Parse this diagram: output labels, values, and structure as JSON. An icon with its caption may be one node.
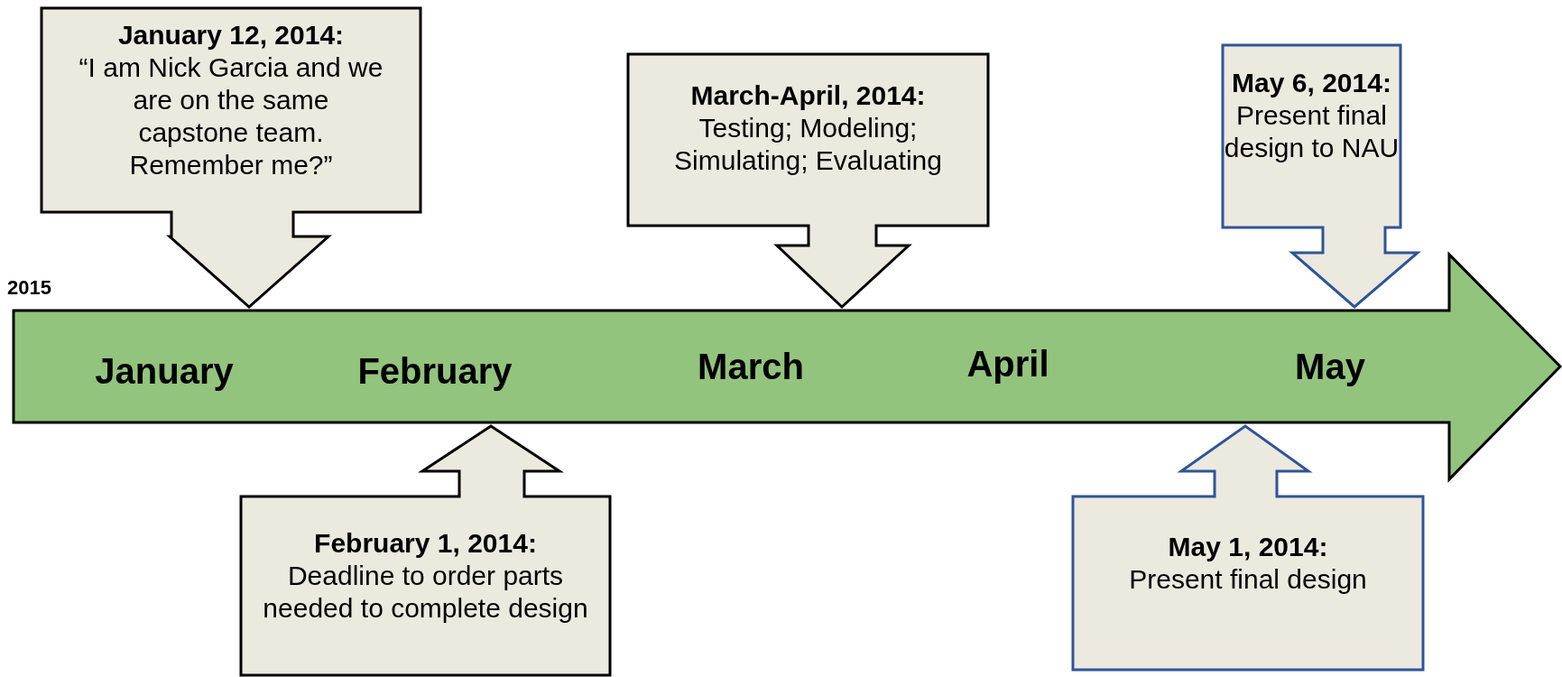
{
  "diagram": {
    "nodes": [
      {
        "text": [
          "January 12, 2014:",
          "“I am Nick Garcia and we are on the same capstone team. Remember me?”"
        ]
      },
      {
        "text": [
          "March-April, 2014:",
          "Testing; Modeling; Simulating; Evaluating"
        ]
      },
      {
        "text": [
          "May 6, 2014:",
          "Present final design to NAU"
        ]
      },
      {
        "text": [
          "January",
          "February",
          "March",
          "April",
          "May"
        ]
      },
      {
        "text": [
          "February 1, 2014:",
          "Deadline to order parts needed to complete design"
        ]
      },
      {
        "text": [
          "May 1, 2014:",
          "Present final design"
        ]
      }
    ],
    "labels": [
      "2015"
    ]
  }
}
